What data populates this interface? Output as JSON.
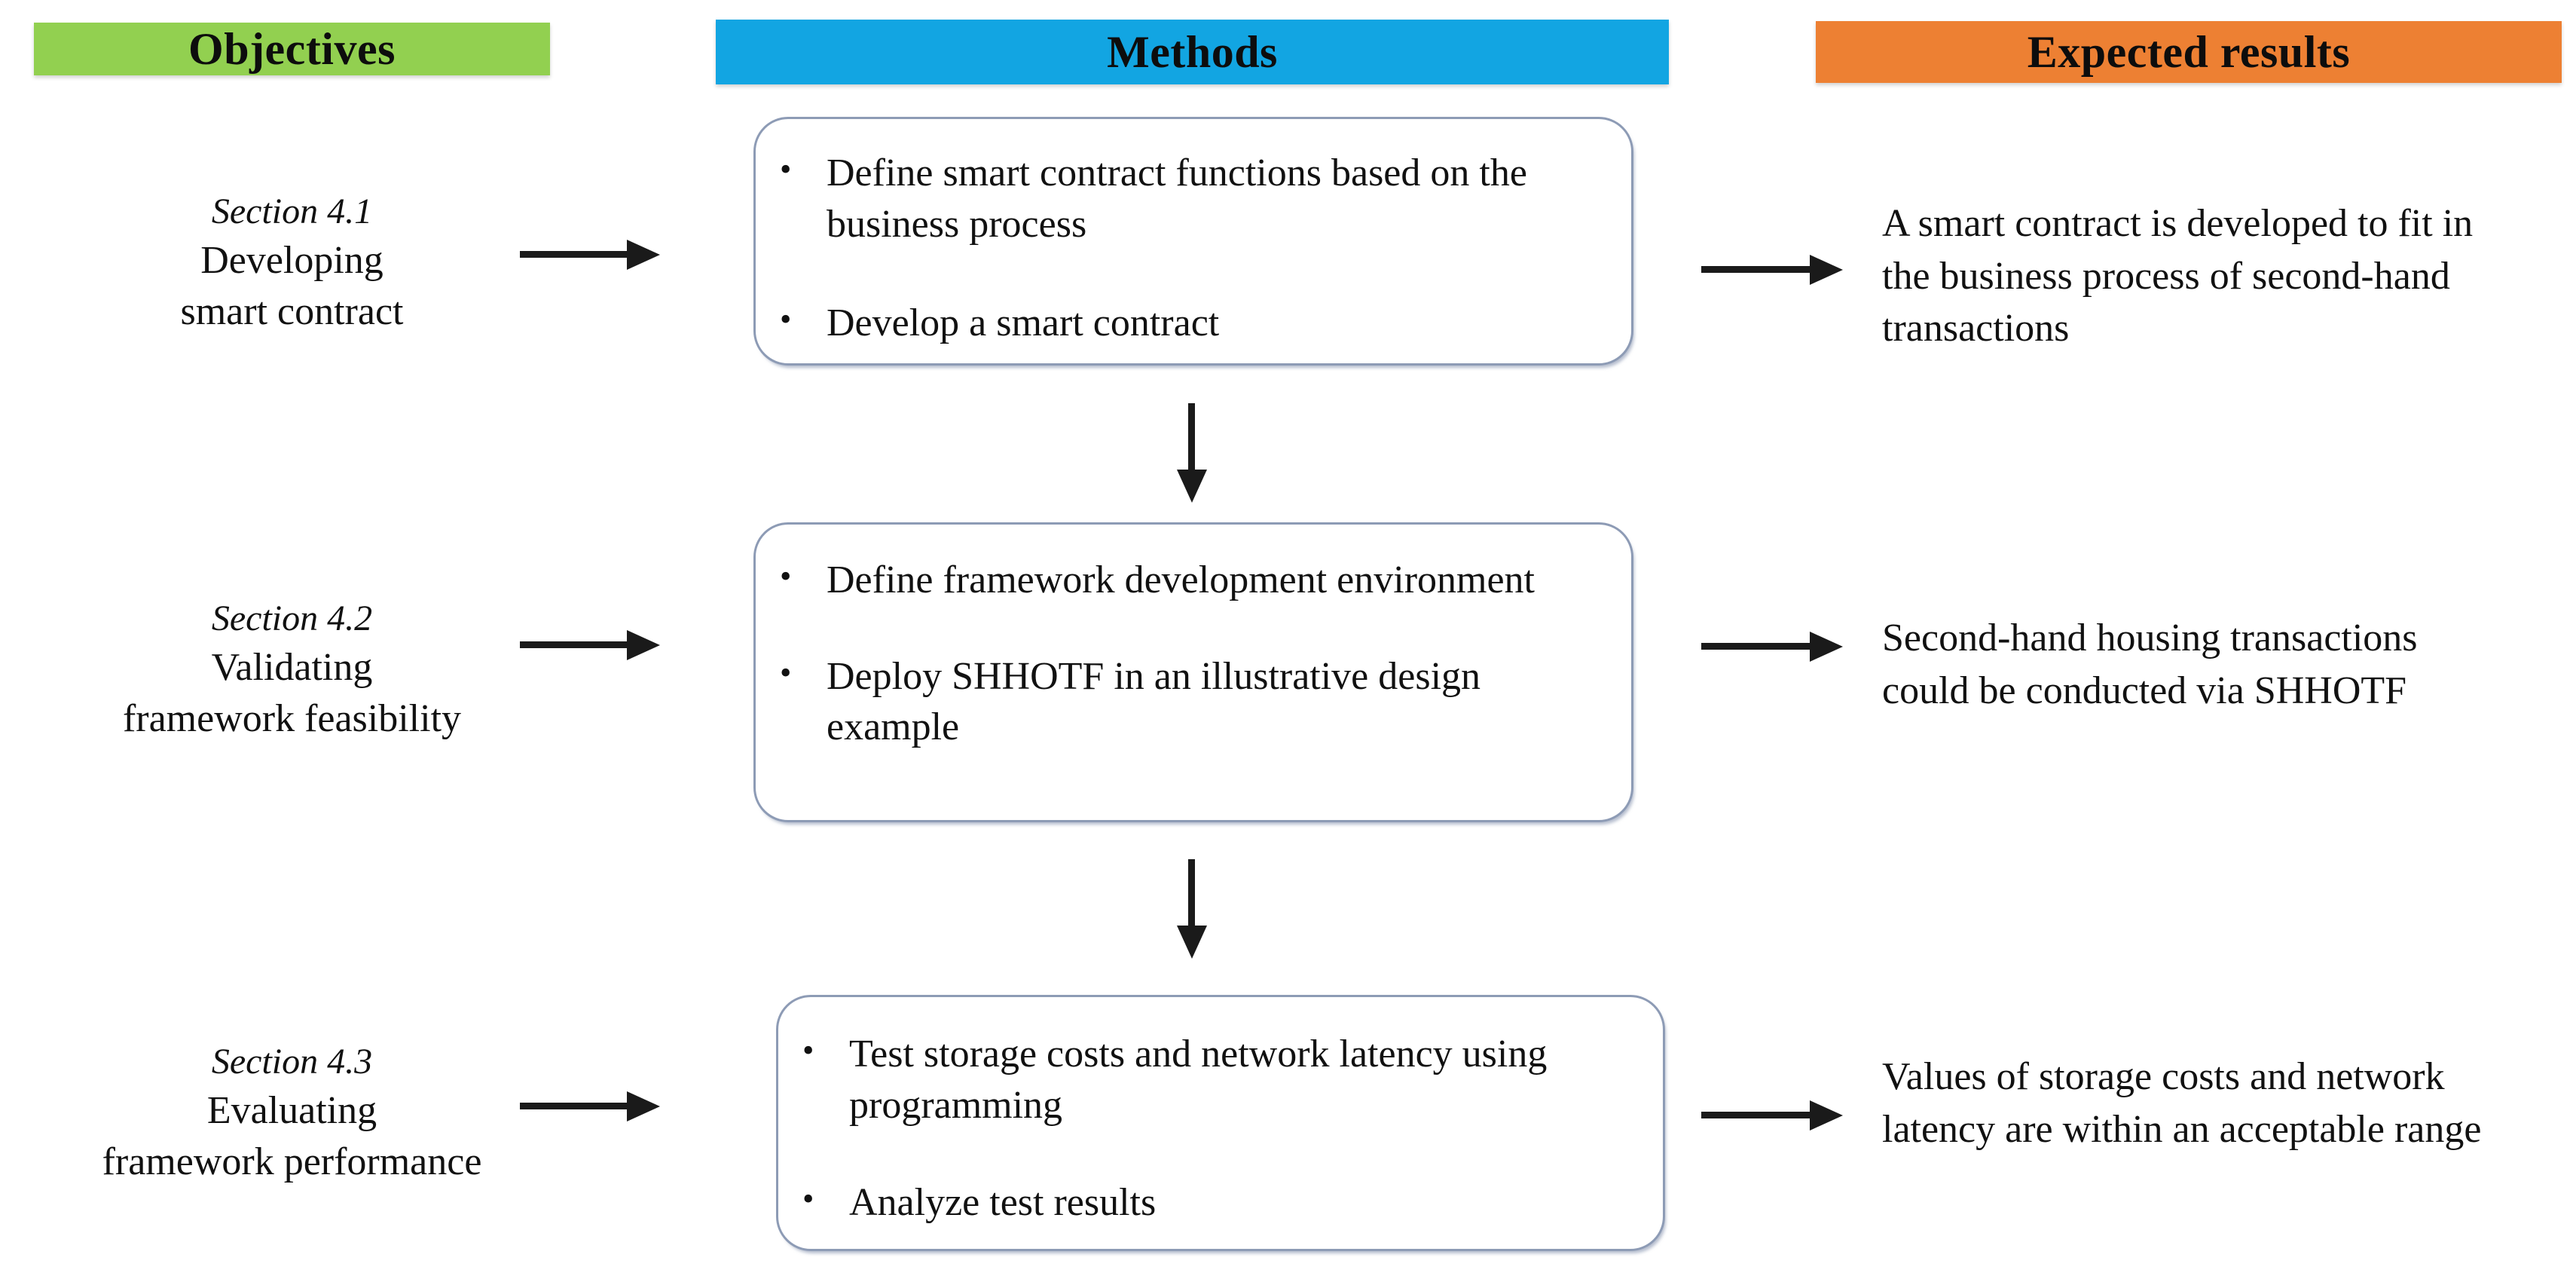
{
  "headers": {
    "objectives": {
      "label": "Objectives",
      "color": "#92d050"
    },
    "methods": {
      "label": "Methods",
      "color": "#12a5e2"
    },
    "expected_results": {
      "label": "Expected results",
      "color": "#ed8033"
    }
  },
  "rows": [
    {
      "objective": {
        "section": "Section 4.1",
        "title_line1": "Developing",
        "title_line2": "smart contract"
      },
      "methods": [
        "Define smart contract functions based on the business process",
        "Develop a smart contract"
      ],
      "expected_result": "A smart contract is developed to fit in the business process of second-hand transactions"
    },
    {
      "objective": {
        "section": "Section 4.2",
        "title_line1": "Validating",
        "title_line2": "framework feasibility"
      },
      "methods": [
        "Define framework development environment",
        "Deploy SHHOTF in an illustrative design example"
      ],
      "expected_result": "Second-hand housing transactions could be conducted via SHHOTF"
    },
    {
      "objective": {
        "section": "Section 4.3",
        "title_line1": "Evaluating",
        "title_line2": "framework performance"
      },
      "methods": [
        "Test storage costs and network latency using programming",
        "Analyze test results"
      ],
      "expected_result": "Values of storage costs and network latency are within an acceptable range"
    }
  ],
  "bullet_glyph": "•",
  "arrows": {
    "objective_to_method": "right-arrow",
    "method_to_result": "right-arrow",
    "method_to_method": "down-arrow"
  }
}
